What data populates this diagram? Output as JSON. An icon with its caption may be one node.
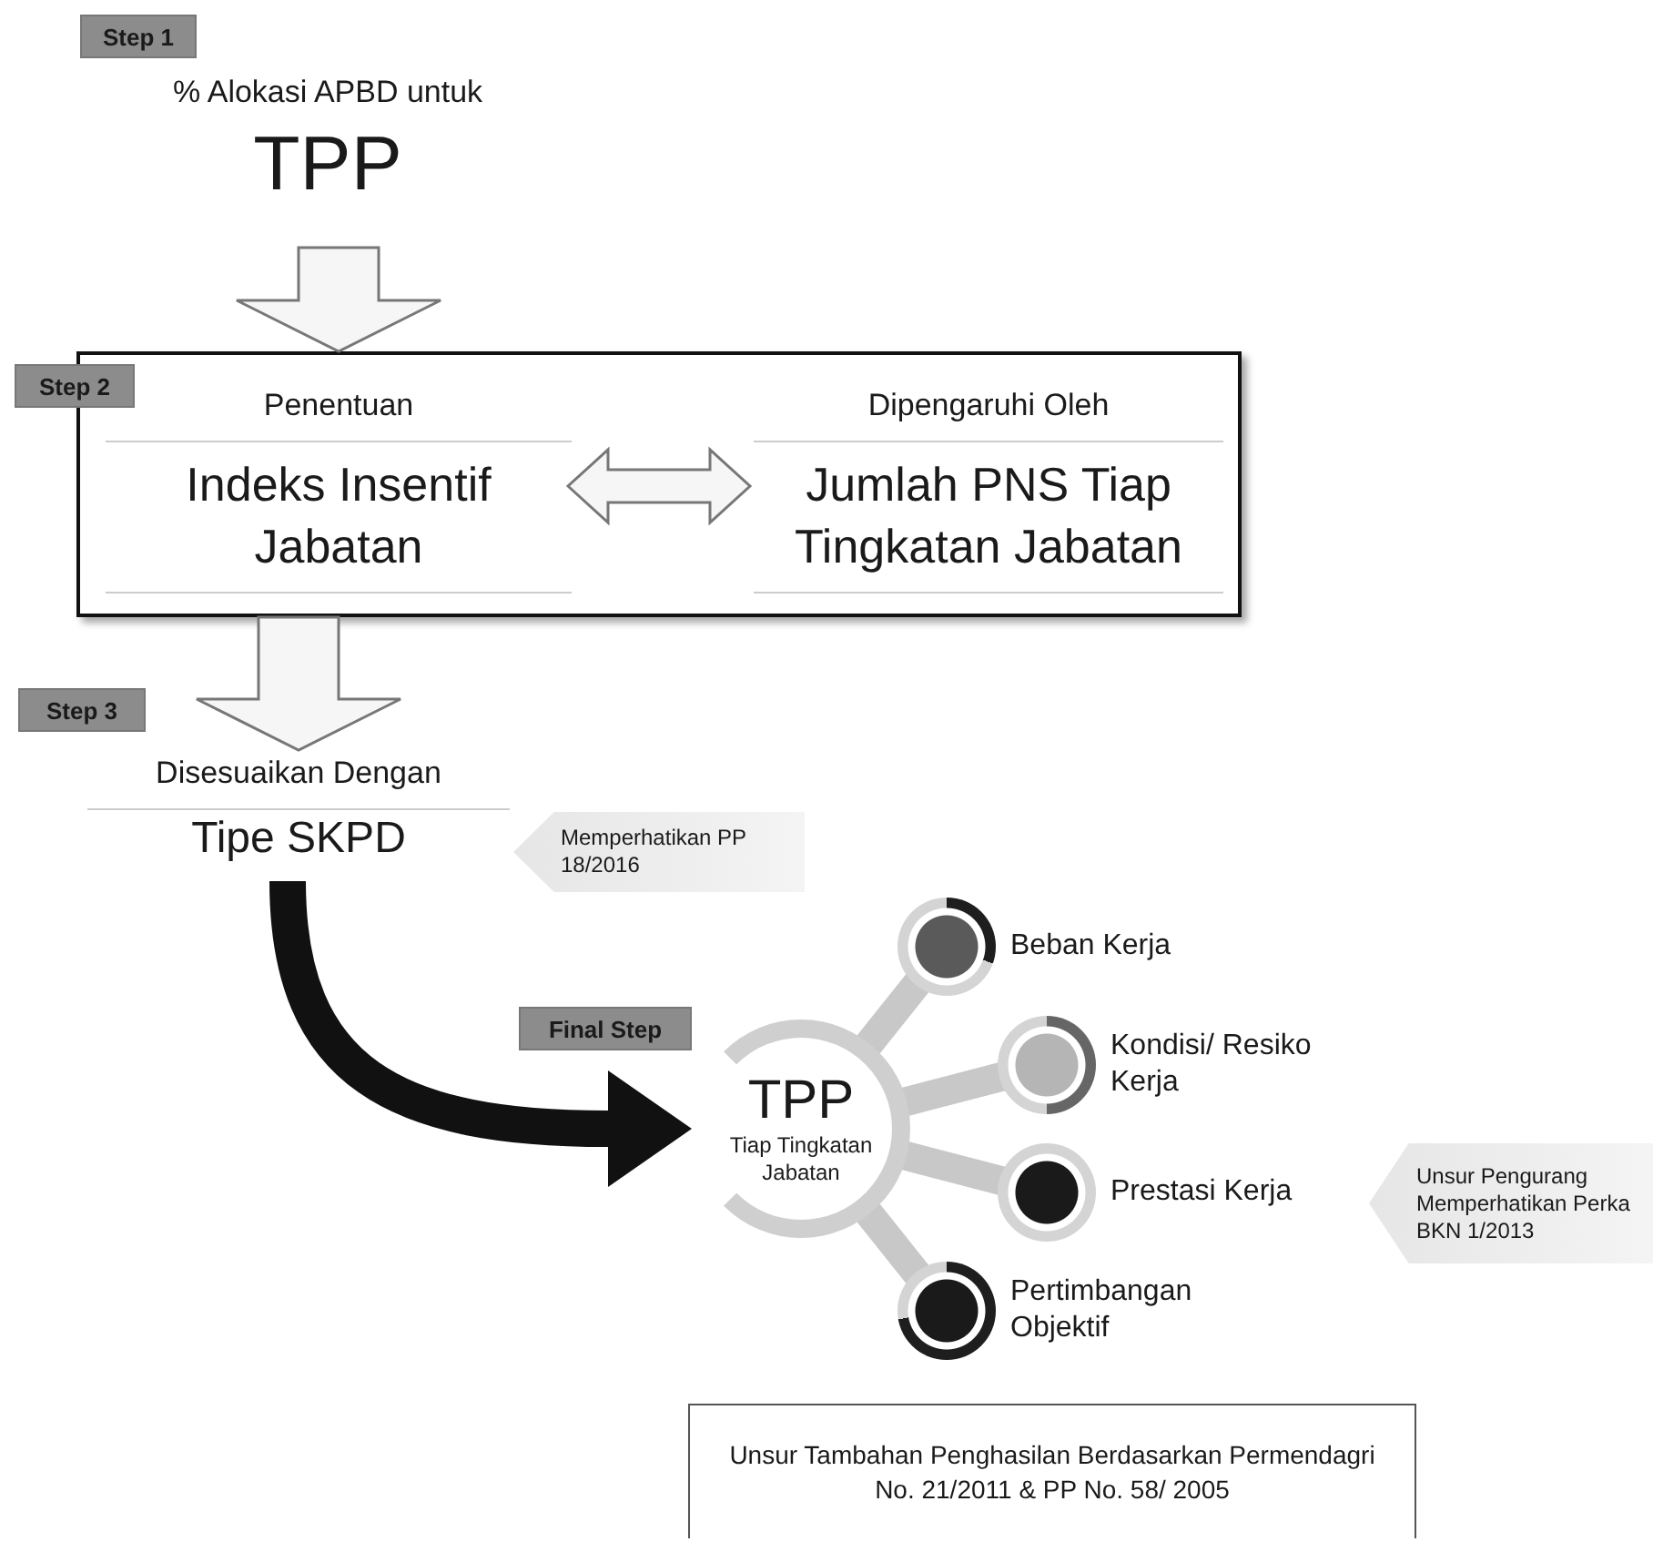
{
  "diagram": {
    "nodes": [
      {
        "text": [
          "Step 1"
        ]
      },
      {
        "text": [
          "% Alokasi APBD untuk",
          "TPP"
        ]
      },
      {
        "text": [
          "Step 2"
        ]
      },
      {
        "text": [],
        "shape": "box"
      },
      {
        "text": [
          "Penentuan",
          "Indeks Insentif Jabatan"
        ],
        "in": 3
      },
      {
        "text": [
          "Dipengaruhi Oleh",
          "Jumlah PNS Tiap Tingkatan Jabatan"
        ],
        "in": 3
      },
      {
        "text": [
          "Step 3"
        ]
      },
      {
        "text": [
          "Disesuaikan Dengan",
          "Tipe SKPD"
        ]
      },
      {
        "text": [
          "Memperhatikan PP 18/2016"
        ]
      },
      {
        "text": [
          "Final Step"
        ]
      },
      {
        "text": [
          "TPP",
          "Tiap Tingkatan Jabatan"
        ]
      },
      {
        "text": [
          "Beban Kerja"
        ]
      },
      {
        "text": [
          "Kondisi/ Resiko Kerja"
        ]
      },
      {
        "text": [
          "Prestasi Kerja"
        ]
      },
      {
        "text": [
          "Pertimbangan Objektif"
        ]
      },
      {
        "text": [
          "Unsur Pengurang Memperhatikan Perka BKN 1/2013"
        ]
      },
      {
        "text": [
          "Unsur Tambahan Penghasilan Berdasarkan Permendagri No. 21/2011 & PP No. 58/ 2005"
        ]
      }
    ],
    "edges": [
      {
        "from": 1,
        "to": 3,
        "arrow": "to"
      },
      {
        "from": 4,
        "to": 5,
        "arrow": "both"
      },
      {
        "from": 3,
        "to": 7,
        "arrow": "to"
      },
      {
        "from": 7,
        "to": 10,
        "arrow": "to",
        "color": "#111111"
      },
      {
        "from": 10,
        "to": 11,
        "arrow": "none",
        "color": "#c8c8c8"
      },
      {
        "from": 10,
        "to": 12,
        "arrow": "none",
        "color": "#c8c8c8"
      },
      {
        "from": 10,
        "to": 13,
        "arrow": "none",
        "color": "#c8c8c8"
      },
      {
        "from": 10,
        "to": 14,
        "arrow": "none",
        "color": "#c8c8c8"
      }
    ]
  }
}
